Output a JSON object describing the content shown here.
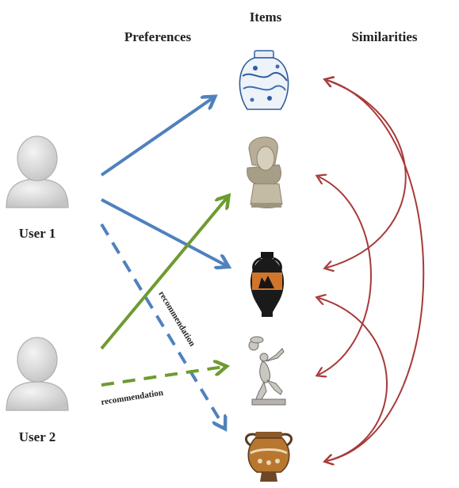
{
  "headers": {
    "preferences": "Preferences",
    "items": "Items",
    "similarities": "Similarities"
  },
  "users": [
    {
      "label": "User 1"
    },
    {
      "label": "User 2"
    }
  ],
  "items": [
    {
      "icon": "porcelain-vase-icon"
    },
    {
      "icon": "egyptian-bust-icon"
    },
    {
      "icon": "greek-amphora-icon"
    },
    {
      "icon": "discus-thrower-statue-icon"
    },
    {
      "icon": "ornate-urn-icon"
    }
  ],
  "edges": {
    "user1_to_item1": "preference",
    "user1_to_item3": "preference",
    "user1_to_item5": "recommendation",
    "user2_to_item2": "preference",
    "user2_to_item4": "recommendation"
  },
  "labels": {
    "rec_user1": "recommendation",
    "rec_user2": "recommendation"
  },
  "colors": {
    "user1": "#4f81bd",
    "user2": "#6e9b30",
    "similarity": "#a83a3a",
    "user_icon": "#d9d9d9"
  }
}
